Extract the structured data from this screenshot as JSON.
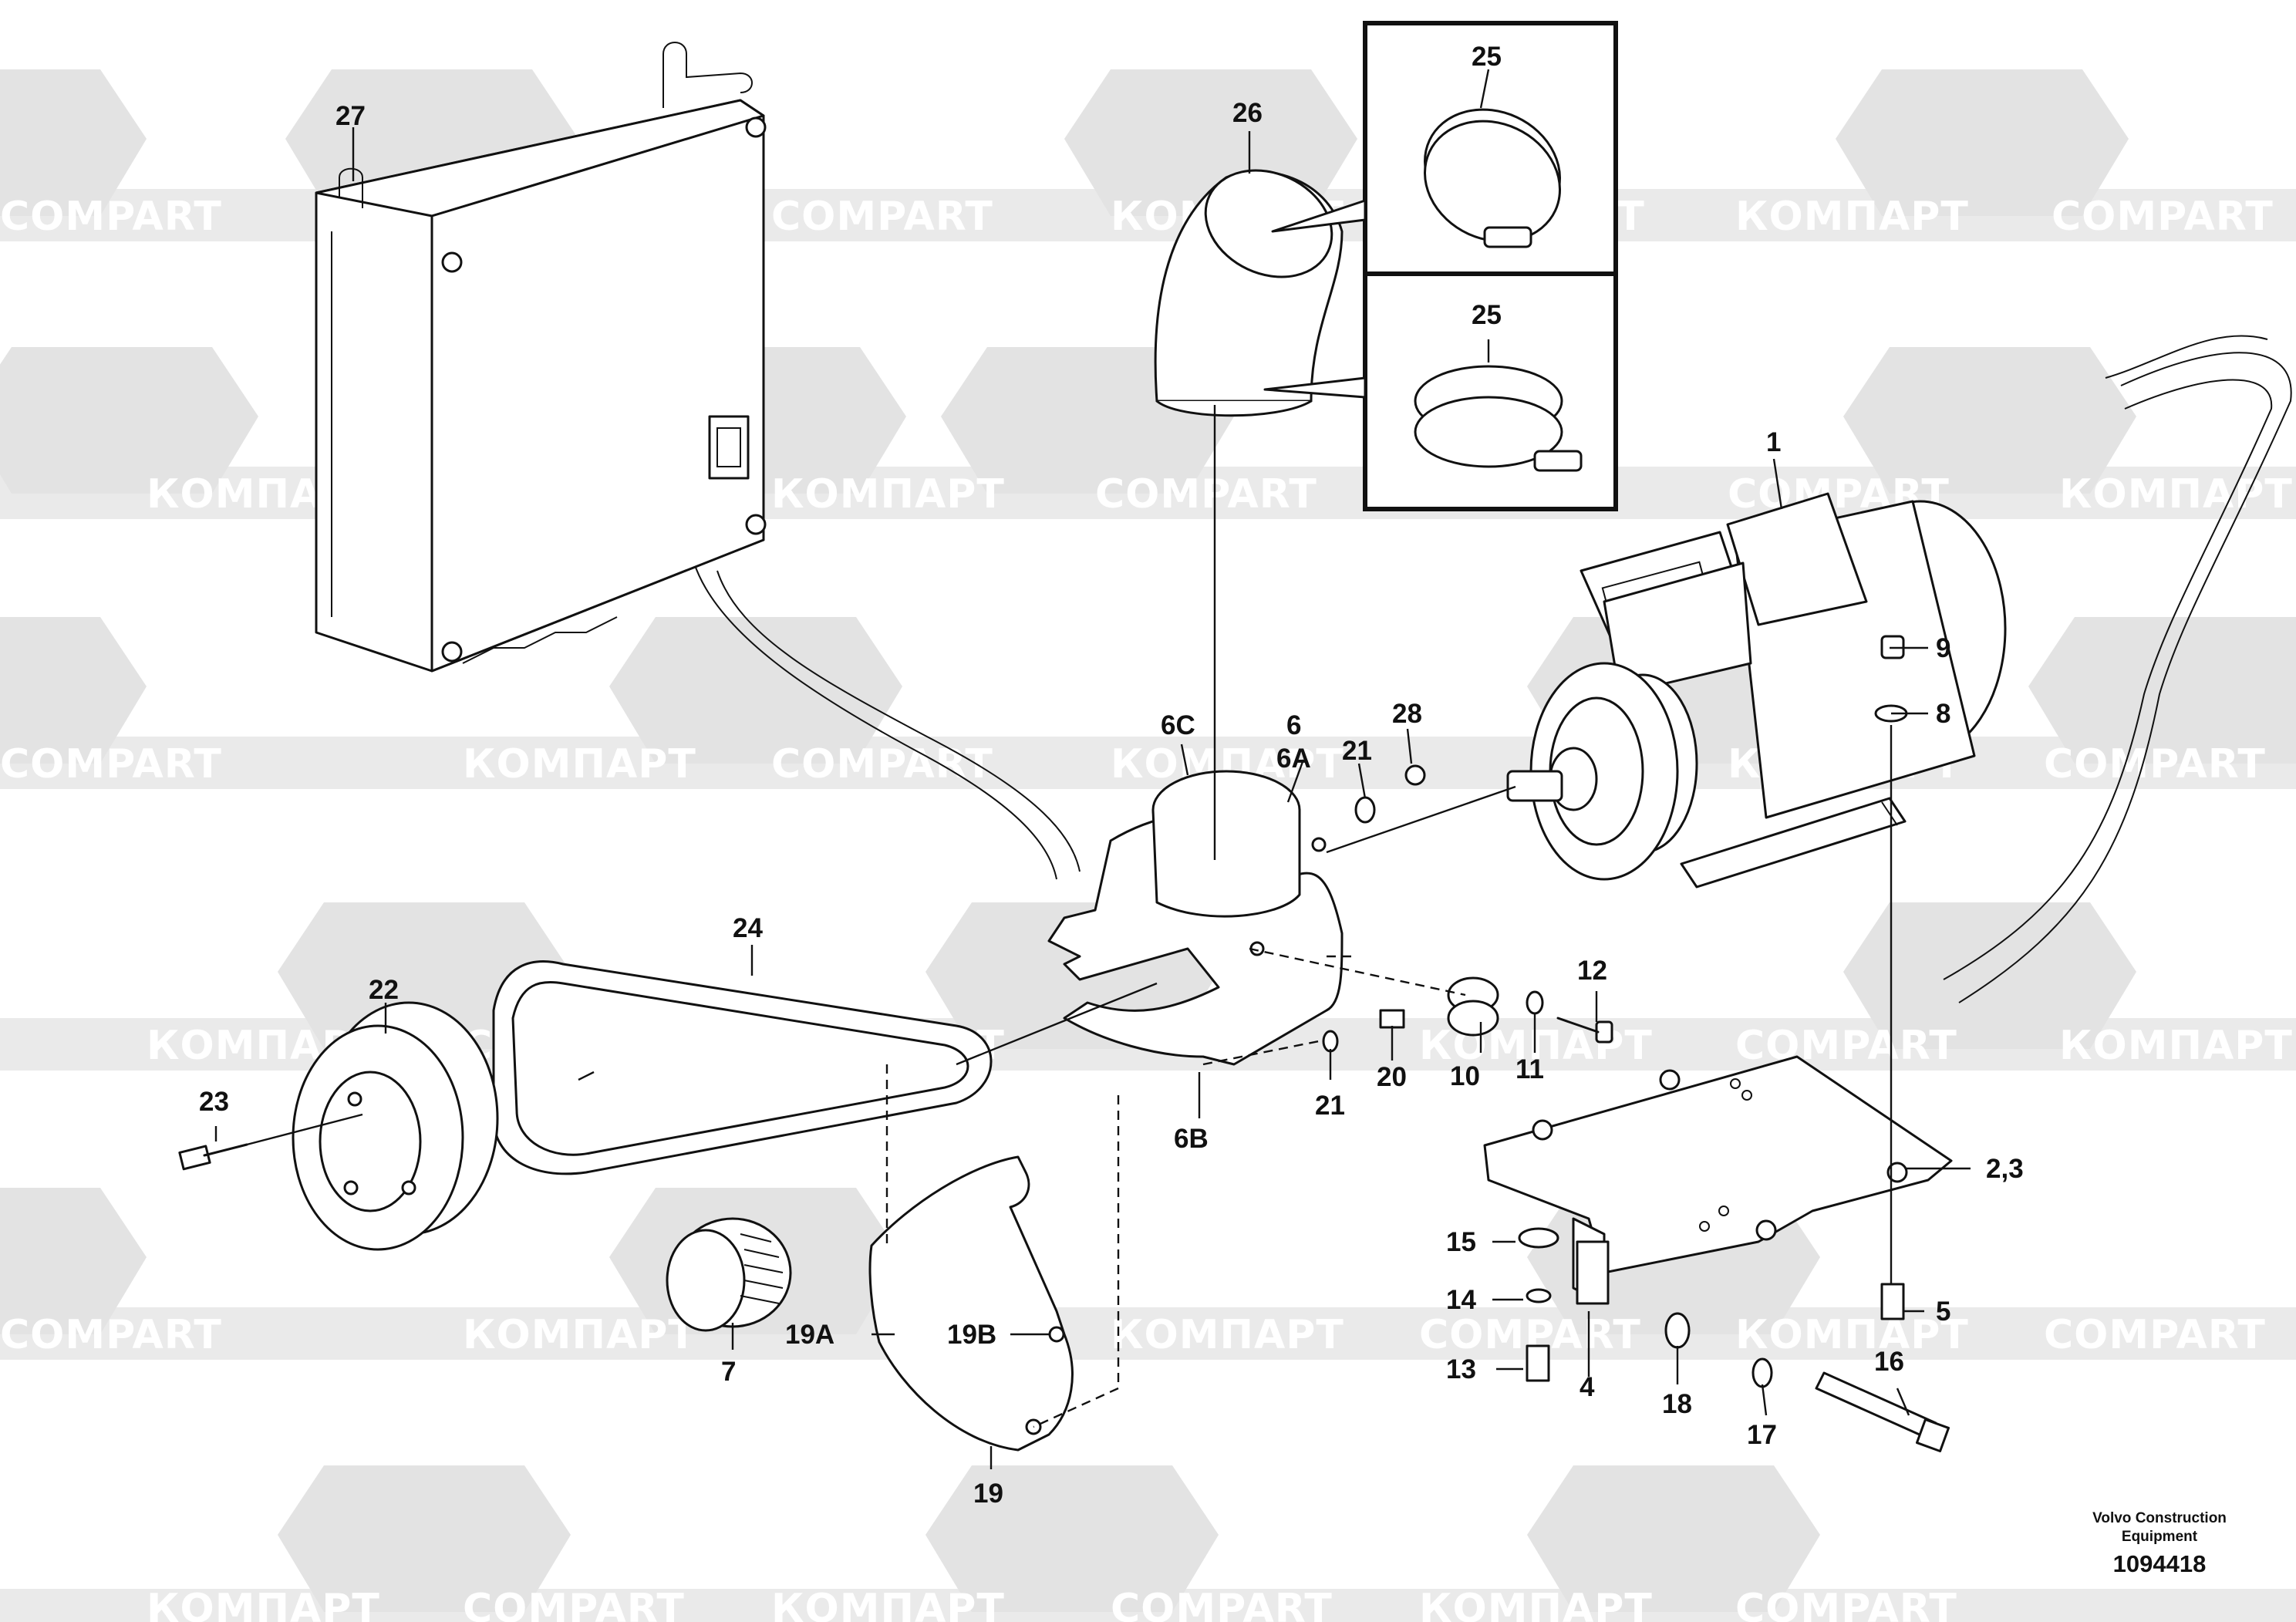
{
  "watermark": {
    "latin": "COMPART",
    "cyrillic": "КОМПАРТ"
  },
  "callouts": {
    "c1": "1",
    "c2_3": "2,3",
    "c4": "4",
    "c5": "5",
    "c6": "6",
    "c6A": "6A",
    "c6B": "6B",
    "c6C": "6C",
    "c7": "7",
    "c8": "8",
    "c9": "9",
    "c10": "10",
    "c11": "11",
    "c12": "12",
    "c13": "13",
    "c14": "14",
    "c15": "15",
    "c16": "16",
    "c17": "17",
    "c18": "18",
    "c19": "19",
    "c19A": "19A",
    "c19B": "19B",
    "c20": "20",
    "c21_top": "21",
    "c21_bottom": "21",
    "c22": "22",
    "c23": "23",
    "c24": "24",
    "c25_top": "25",
    "c25_bottom": "25",
    "c26": "26",
    "c27": "27",
    "c28": "28"
  },
  "footer": {
    "manufacturer_line1": "Volvo Construction",
    "manufacturer_line2": "Equipment",
    "document_number": "1094418"
  }
}
